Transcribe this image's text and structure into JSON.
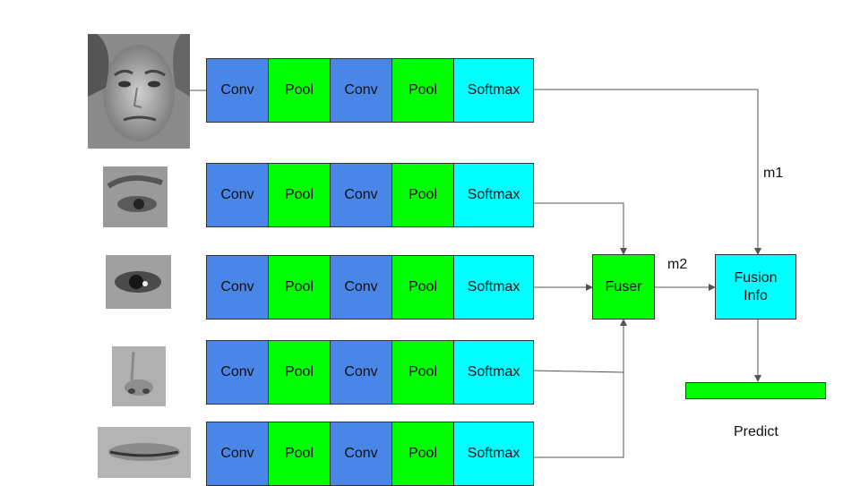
{
  "rows": [
    {
      "input": "face",
      "layers": [
        "Conv",
        "Pool",
        "Conv",
        "Pool",
        "Softmax"
      ]
    },
    {
      "input": "eyebrow-eye",
      "layers": [
        "Conv",
        "Pool",
        "Conv",
        "Pool",
        "Softmax"
      ]
    },
    {
      "input": "eye",
      "layers": [
        "Conv",
        "Pool",
        "Conv",
        "Pool",
        "Softmax"
      ]
    },
    {
      "input": "nose",
      "layers": [
        "Conv",
        "Pool",
        "Conv",
        "Pool",
        "Softmax"
      ]
    },
    {
      "input": "mouth",
      "layers": [
        "Conv",
        "Pool",
        "Conv",
        "Pool",
        "Softmax"
      ]
    }
  ],
  "fuser": {
    "label": "Fuser"
  },
  "fusion_info": {
    "label": "Fusion\nInfo"
  },
  "labels": {
    "m1": "m1",
    "m2": "m2",
    "predict": "Predict"
  },
  "colors": {
    "conv": "#4a86e8",
    "pool": "#00ff00",
    "softmax": "#00ffff",
    "fuser": "#00ff00",
    "fusion": "#00ffff",
    "predict_bar": "#00ff00"
  }
}
